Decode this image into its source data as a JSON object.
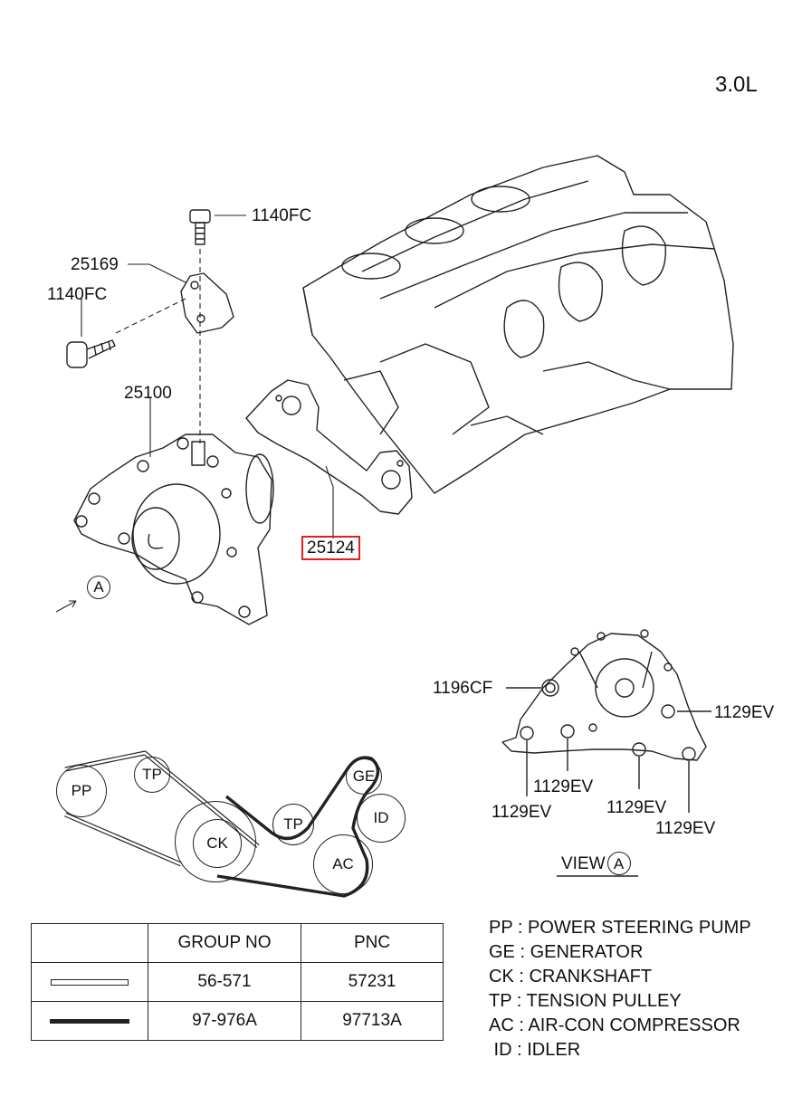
{
  "engine_label": "3.0L",
  "parts": {
    "bolt_top": "1140FC",
    "bracket": "25169",
    "bolt_left": "1140FC",
    "water_pump": "25100",
    "gasket": "25124",
    "view_bolt_a": "1196CF",
    "view_bolt_b": "1129EV",
    "view_bolt_c": "1129EV",
    "view_bolt_d": "1129EV",
    "view_bolt_e": "1129EV",
    "view_bolt_f": "1129EV"
  },
  "view_marker": "A",
  "view_caption": "VIEW",
  "pulleys": {
    "pp": "PP",
    "tp1": "TP",
    "ck": "CK",
    "tp2": "TP",
    "ge": "GE",
    "id": "ID",
    "ac": "AC"
  },
  "table": {
    "headers": [
      "",
      "GROUP NO",
      "PNC"
    ],
    "rows": [
      {
        "belt": "thin-outline-belt",
        "group_no": "56-571",
        "pnc": "57231"
      },
      {
        "belt": "thick-solid-belt",
        "group_no": "97-976A",
        "pnc": "97713A"
      }
    ]
  },
  "legend": [
    "PP : POWER STEERING PUMP",
    "GE : GENERATOR",
    "CK : CRANKSHAFT",
    "TP : TENSION PULLEY",
    "AC : AIR-CON COMPRESSOR",
    " ID : IDLER"
  ],
  "colors": {
    "highlight": "#e02020",
    "line": "#222222"
  }
}
